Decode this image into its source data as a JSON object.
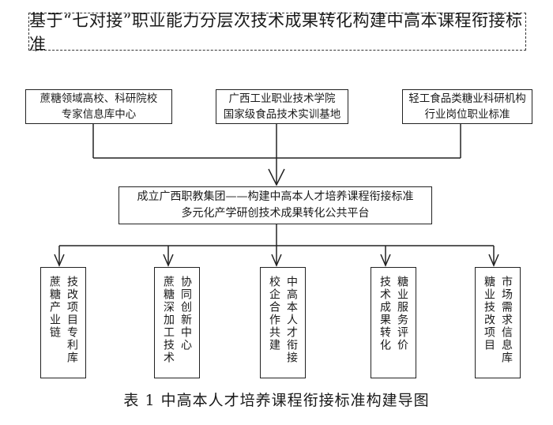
{
  "title": "基于“七对接”职业能力分层次技术成果转化构建中高本课程衔接标准",
  "top_boxes": [
    {
      "line1": "蔗糖领域高校、科研院校",
      "line2": "专家信息库中心"
    },
    {
      "line1": "广西工业职业技术学院",
      "line2": "国家级食品技术实训基地"
    },
    {
      "line1": "轻工食品类糖业科研机构",
      "line2": "行业岗位职业标准"
    }
  ],
  "middle_box": {
    "line1": "成立广西职教集团——构建中高本人才培养课程衔接标准",
    "line2": "多元化产学研创技术成果转化公共平台"
  },
  "bottom_boxes": [
    {
      "col1": "技改项目专利库",
      "col2": "蔗糖产业链"
    },
    {
      "col1": "协同创新中心",
      "col2": "蔗糖深加工技术"
    },
    {
      "col1": "中高本人才衔接",
      "col2": "校企合作共建"
    },
    {
      "col1": "糖业服务评价",
      "col2": "技术成果转化"
    },
    {
      "col1": "市场需求信息库",
      "col2": "糖业技改项目"
    }
  ],
  "caption": "表 1  中高本人才培养课程衔接标准构建导图"
}
